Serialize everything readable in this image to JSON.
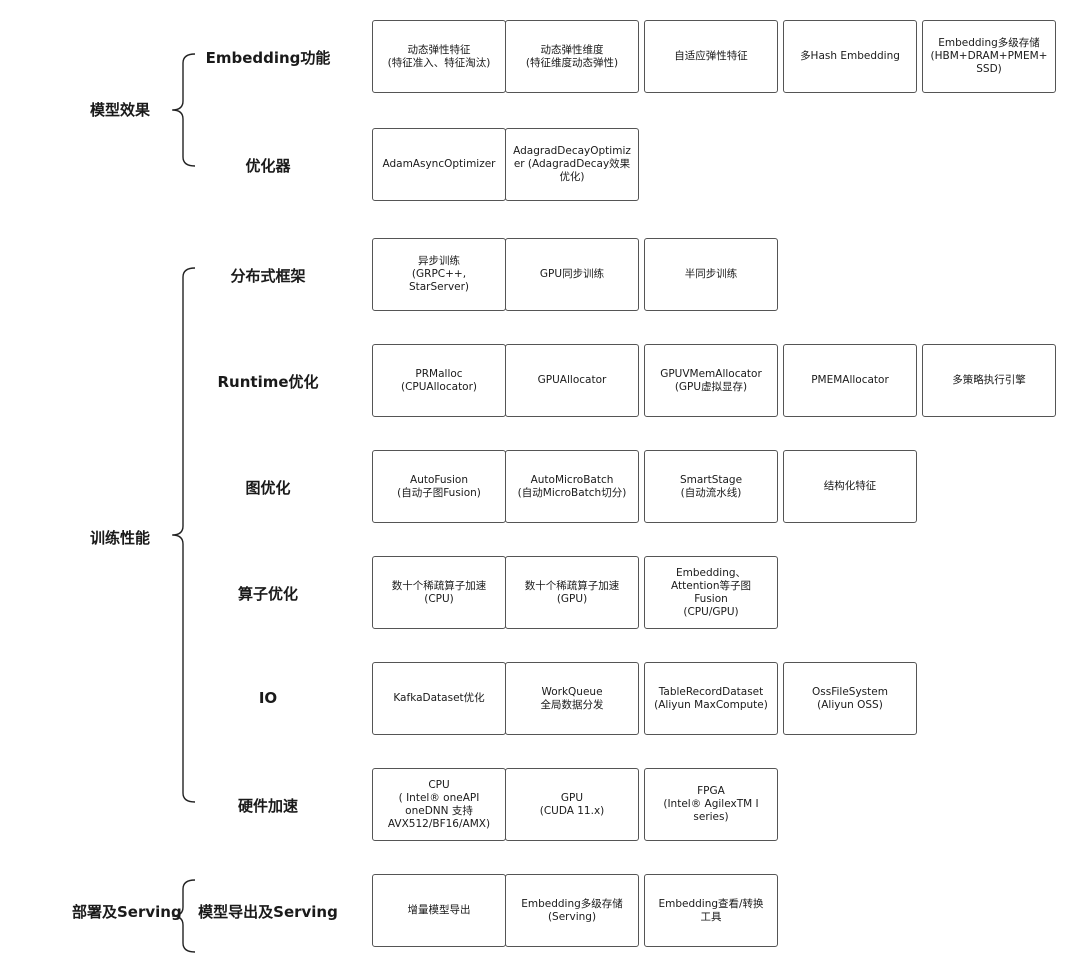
{
  "groups": [
    {
      "label": "模型效果",
      "sections": [
        {
          "label": "Embedding功能",
          "items": [
            "动态弹性特征\n(特征准入、特征淘汰)",
            "动态弹性维度\n(特征维度动态弹性)",
            "自适应弹性特征",
            "多Hash Embedding",
            "Embedding多级存储\n(HBM+DRAM+PMEM+SSD)"
          ]
        },
        {
          "label": "优化器",
          "items": [
            "AdamAsyncOptimizer",
            "AdagradDecayOptimizer (AdagradDecay效果优化)"
          ]
        }
      ]
    },
    {
      "label": "训练性能",
      "sections": [
        {
          "label": "分布式框架",
          "items": [
            "异步训练\n(GRPC++,\nStarServer)",
            "GPU同步训练",
            "半同步训练"
          ]
        },
        {
          "label": "Runtime优化",
          "items": [
            "PRMalloc\n(CPUAllocator)",
            "GPUAllocator",
            "GPUVMemAllocator\n(GPU虚拟显存)",
            "PMEMAllocator",
            "多策略执行引擎"
          ]
        },
        {
          "label": "图优化",
          "items": [
            "AutoFusion\n(自动子图Fusion)",
            "AutoMicroBatch\n(自动MicroBatch切分)",
            "SmartStage\n(自动流水线)",
            "结构化特征"
          ]
        },
        {
          "label": "算子优化",
          "items": [
            "数十个稀疏算子加速\n(CPU)",
            "数十个稀疏算子加速\n(GPU)",
            "Embedding、\nAttention等子图\nFusion\n(CPU/GPU)"
          ]
        },
        {
          "label": "IO",
          "items": [
            "KafkaDataset优化",
            "WorkQueue\n全局数据分发",
            "TableRecordDataset\n(Aliyun MaxCompute)",
            "OssFileSystem\n(Aliyun OSS)"
          ]
        },
        {
          "label": "硬件加速",
          "items": [
            "CPU\n( Intel® oneAPI\noneDNN 支持\nAVX512/BF16/AMX)",
            "GPU\n(CUDA 11.x)",
            "FPGA\n(Intel® AgilexTM I\nseries)"
          ]
        }
      ]
    },
    {
      "label": "部署及Serving",
      "sections": [
        {
          "label": "模型导出及Serving",
          "items": [
            "增量模型导出",
            "Embedding多级存储\n(Serving)",
            "Embedding查看/转换\n工具"
          ]
        }
      ]
    }
  ]
}
